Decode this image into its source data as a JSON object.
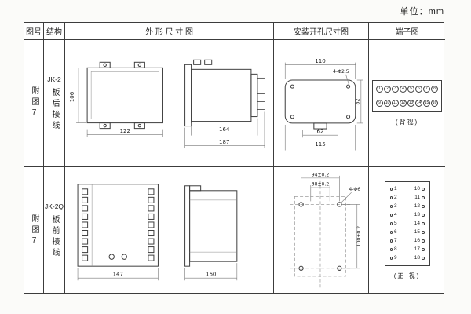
{
  "unit_label": "单位：mm",
  "header": {
    "figure_no": "图号",
    "structure": "结构",
    "outline": "外 形 尺 寸 图",
    "install": "安装开孔尺寸图",
    "terminal": "端子图"
  },
  "rows": [
    {
      "figure_no": "附图7",
      "model": "JK-2",
      "wiring": "板后接线",
      "outline": {
        "height": "106",
        "width": "122",
        "depth_inner": "164",
        "depth_outer": "187"
      },
      "install": {
        "top": "110",
        "holes": "4-Φ2.5",
        "side": "82",
        "bottom_inner": "62",
        "bottom_outer": "115"
      },
      "terminal": {
        "top": [
          "1",
          "2",
          "3",
          "4",
          "5",
          "6",
          "7",
          "8"
        ],
        "bottom": [
          "9",
          "10",
          "11",
          "12",
          "13",
          "14",
          "15",
          "16"
        ],
        "view": "(背视)"
      }
    },
    {
      "figure_no": "附图7",
      "model": "JK-2Q",
      "wiring": "板前接线",
      "outline": {
        "width": "147",
        "depth": "160"
      },
      "install": {
        "top": "94±0.2",
        "inner": "38±0.2",
        "holes": "4-Φ6",
        "side": "100±0.2"
      },
      "terminal": {
        "pairs": [
          [
            "1",
            "10"
          ],
          [
            "2",
            "11"
          ],
          [
            "3",
            "12"
          ],
          [
            "4",
            "13"
          ],
          [
            "5",
            "14"
          ],
          [
            "6",
            "15"
          ],
          [
            "7",
            "16"
          ],
          [
            "8",
            "17"
          ],
          [
            "9",
            "18"
          ]
        ],
        "view": "(正 视)"
      }
    }
  ]
}
